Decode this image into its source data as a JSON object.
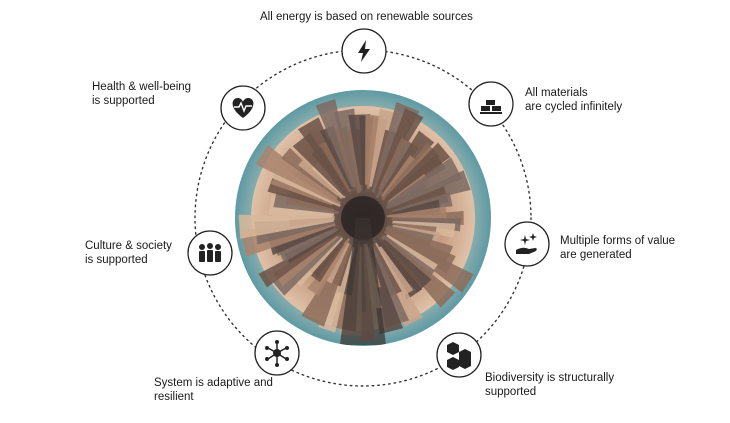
{
  "principles": [
    {
      "key": "energy",
      "lines": [
        "All energy is based on renewable sources"
      ],
      "icon": "lightning-bolt-icon"
    },
    {
      "key": "materials",
      "lines": [
        "All materials",
        "are cycled infinitely"
      ],
      "icon": "stacked-bricks-icon"
    },
    {
      "key": "value",
      "lines": [
        "Multiple forms of value",
        "are generated"
      ],
      "icon": "hand-with-sparkles-icon"
    },
    {
      "key": "bio",
      "lines": [
        "Biodiversity is structurally",
        "supported"
      ],
      "icon": "hexagon-cells-icon"
    },
    {
      "key": "system",
      "lines": [
        "System is adaptive and",
        "resilient"
      ],
      "icon": "network-hub-icon"
    },
    {
      "key": "culture",
      "lines": [
        "Culture & society",
        "is supported"
      ],
      "icon": "group-of-people-icon"
    },
    {
      "key": "health",
      "lines": [
        "Health & well-being",
        "is supported"
      ],
      "icon": "heart-pulse-icon"
    }
  ],
  "center_image": "tiny-planet-city-globe",
  "colors": {
    "icon_stroke": "#222222",
    "ring_dots": "#333333",
    "sky": "#7fb0b0",
    "city": "#b08a74"
  }
}
